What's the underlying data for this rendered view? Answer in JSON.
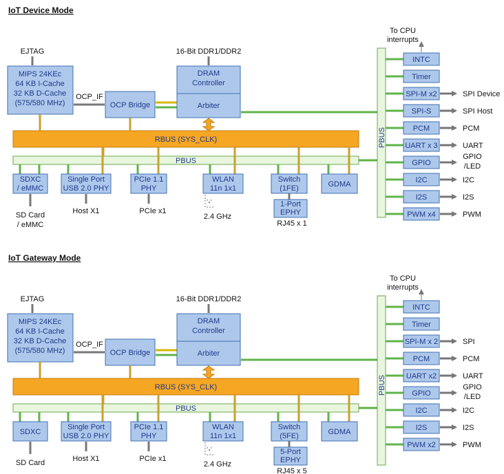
{
  "device": {
    "title": "IoT Device Mode",
    "ejtag": "EJTAG",
    "mips": [
      "MIPS 24KEc",
      "64 KB I-Cache",
      "32 KB D-Cache",
      "(575/580 MHz)"
    ],
    "ocp_if": "OCP_IF",
    "ocp_bridge": "OCP Bridge",
    "ddr": "16-Bit DDR1/DDR2",
    "dram": [
      "DRAM",
      "Controller"
    ],
    "arbiter": "Arbiter",
    "rbus": "RBUS (SYS_CLK)",
    "pbus": "PBUS",
    "pbus_v": "PBUS",
    "to_cpu": [
      "To CPU",
      "interrupts"
    ],
    "sdxc": [
      "SDXC",
      "/ eMMC"
    ],
    "usb": [
      "Single Port",
      "USB 2.0 PHY"
    ],
    "pcie": [
      "PCIe 1.1",
      "PHY"
    ],
    "wlan": [
      "WLAN",
      "11n 1x1"
    ],
    "switch": [
      "Switch",
      "(1FE)"
    ],
    "ephy": [
      "1-Port",
      "EPHY"
    ],
    "gdma": "GDMA",
    "sd_label": [
      "SD Card",
      "/ eMMC"
    ],
    "host": "Host X1",
    "pcie_x": "PCIe x1",
    "ghz": "2.4 GHz",
    "rj45": "RJ45 x 1",
    "periph": [
      "INTC",
      "Timer",
      "SPI-M x2",
      "SPI-S",
      "PCM",
      "UART x 3",
      "GPIO",
      "I2C",
      "I2S",
      "PWM x4"
    ],
    "periph_ext": [
      "",
      "",
      "SPI Device",
      "SPI Host",
      "PCM",
      "UART",
      "GPIO\n/LED",
      "I2C",
      "I2S",
      "PWM"
    ]
  },
  "gateway": {
    "title": "IoT Gateway Mode",
    "ejtag": "EJTAG",
    "mips": [
      "MIPS 24KEc",
      "64 KB I-Cache",
      "32 KB D-Cache",
      "(575/580 MHz)"
    ],
    "ocp_if": "OCP_IF",
    "ocp_bridge": "OCP Bridge",
    "ddr": "16-Bit DDR1/DDR2",
    "dram": [
      "DRAM",
      "Controller"
    ],
    "arbiter": "Arbiter",
    "rbus": "RBUS (SYS_CLK)",
    "pbus": "PBUS",
    "pbus_v": "PBUS",
    "to_cpu": [
      "To CPU",
      "interrupts"
    ],
    "sdxc": [
      "SDXC"
    ],
    "usb": [
      "Single Port",
      "USB 2.0 PHY"
    ],
    "pcie": [
      "PCIe 1.1",
      "PHY"
    ],
    "wlan": [
      "WLAN",
      "11n 1x1"
    ],
    "switch": [
      "Switch",
      "(5FE)"
    ],
    "ephy": [
      "5-Port",
      "EPHY"
    ],
    "gdma": "GDMA",
    "sd_label": [
      "SD Card"
    ],
    "host": "Host X1",
    "pcie_x": "PCIe x1",
    "ghz": "2.4 GHz",
    "rj45": "RJ45 x 5",
    "periph": [
      "INTC",
      "Timer",
      "SPI-M x 2",
      "PCM",
      "UART x2",
      "GPIO",
      "I2C",
      "I2S",
      "PWM x2"
    ],
    "periph_ext": [
      "",
      "",
      "SPI",
      "PCM",
      "UART",
      "GPIO\n/LED",
      "I2C",
      "I2S",
      "PWM"
    ]
  }
}
